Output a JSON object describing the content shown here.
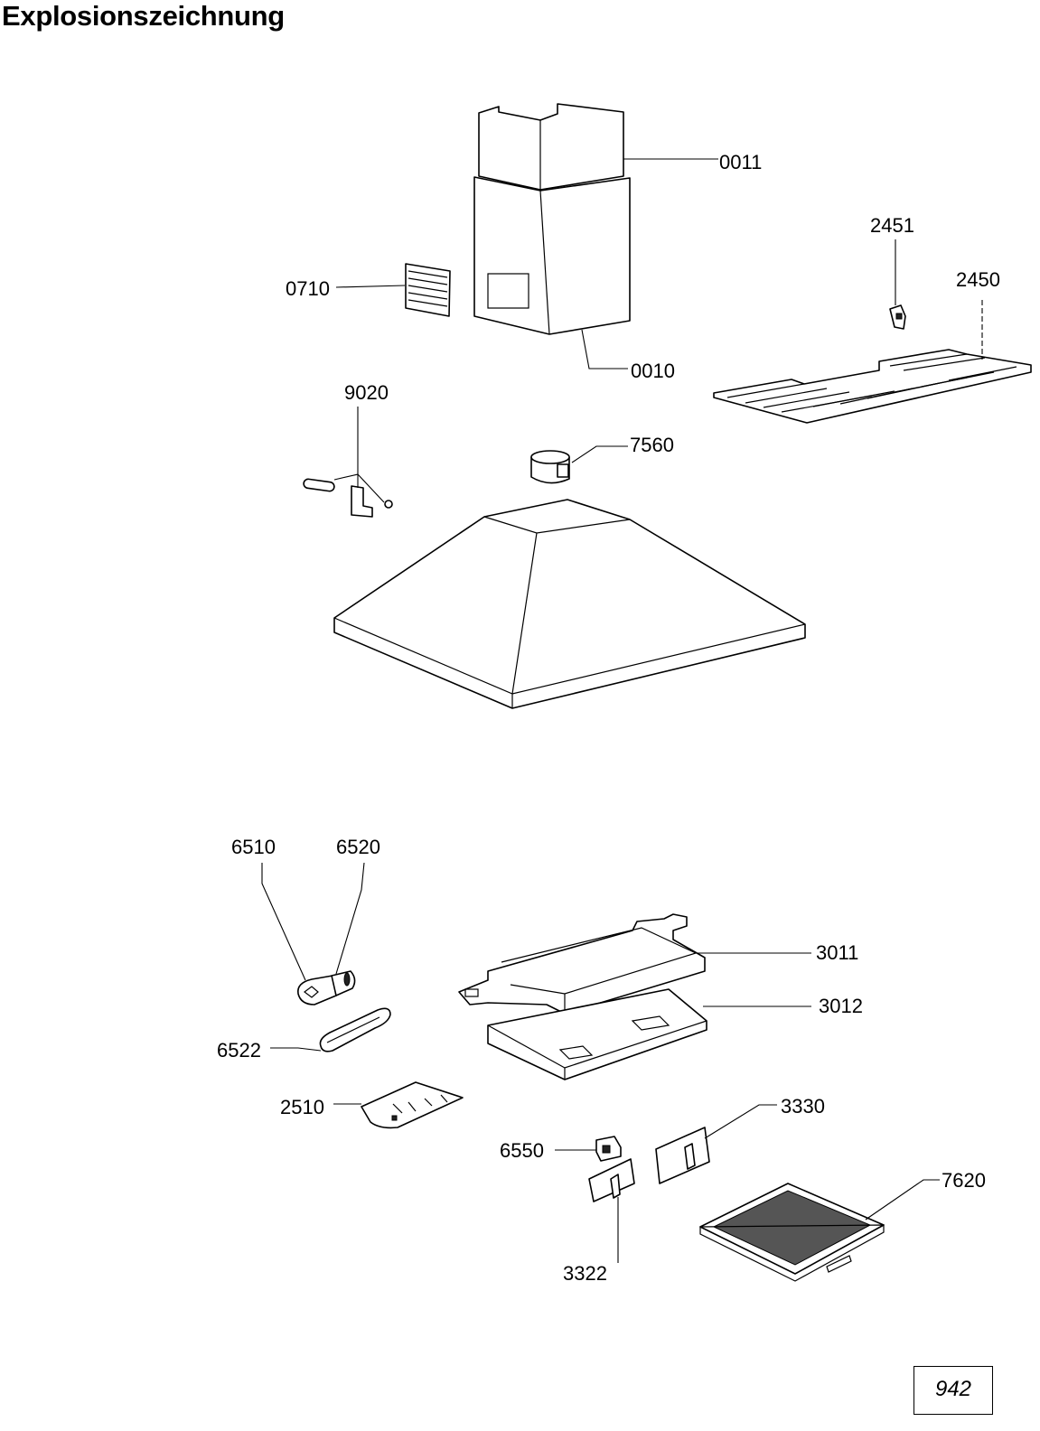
{
  "title": "Explosionszeichnung",
  "labels": {
    "p0011": "0011",
    "p0010": "0010",
    "p0710": "0710",
    "p2451": "2451",
    "p2450": "2450",
    "p9020": "9020",
    "p7560": "7560",
    "p6510": "6510",
    "p6520": "6520",
    "p3011": "3011",
    "p3012": "3012",
    "p6522": "6522",
    "p2510": "2510",
    "p3330": "3330",
    "p6550": "6550",
    "p7620": "7620",
    "p3322": "3322"
  },
  "page_number": "942"
}
